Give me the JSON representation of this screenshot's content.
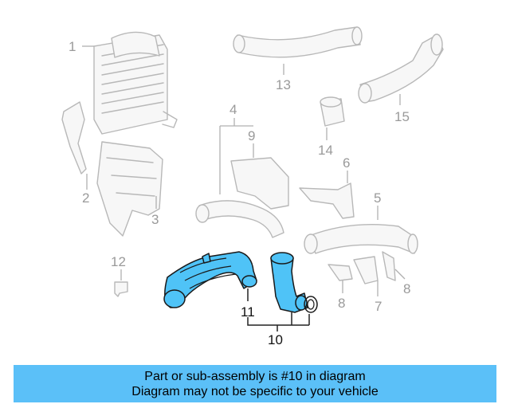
{
  "callouts": {
    "c1": "1",
    "c2": "2",
    "c3": "3",
    "c4": "4",
    "c5": "5",
    "c6": "6",
    "c7": "7",
    "c8a": "8",
    "c8b": "8",
    "c9": "9",
    "c10": "10",
    "c11": "11",
    "c12": "12",
    "c13": "13",
    "c14": "14",
    "c15": "15"
  },
  "highlight_color": "#4fc3f7",
  "banner": {
    "line1": "Part or sub-assembly is #10 in diagram",
    "line2": "Diagram may not be specific to your vehicle",
    "color": "#5bc0f8"
  }
}
